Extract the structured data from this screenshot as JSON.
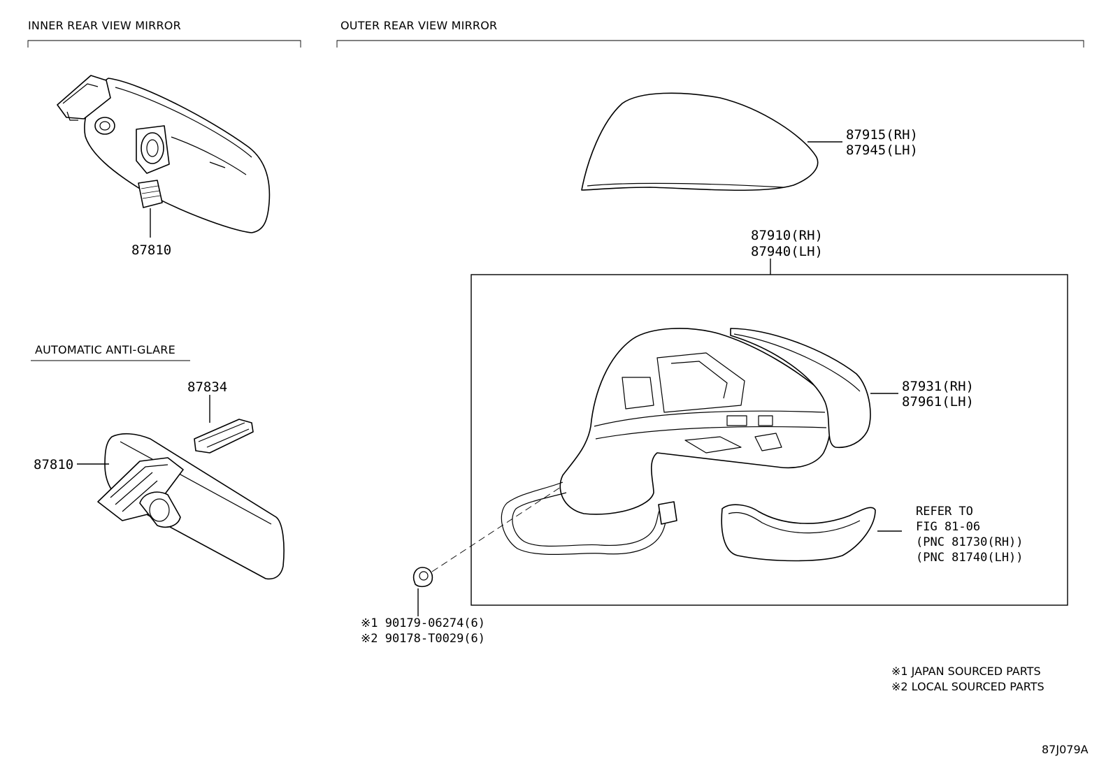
{
  "sections": {
    "inner": "INNER REAR VIEW MIRROR",
    "outer": "OUTER REAR VIEW MIRROR",
    "anti_glare": "AUTOMATIC ANTI-GLARE"
  },
  "parts": {
    "p87810_top": "87810",
    "p87810_left": "87810",
    "p87834": "87834",
    "cover_rh": "87915(RH)",
    "cover_lh": "87945(LH)",
    "assy_rh": "87910(RH)",
    "assy_lh": "87940(LH)",
    "glass_rh": "87931(RH)",
    "glass_lh": "87961(LH)",
    "clip_1": "※1 90179-06274(6)",
    "clip_2": "※2 90178-T0029(6)"
  },
  "refer": {
    "line1": "REFER TO",
    "line2": "FIG 81-06",
    "line3": "(PNC 81730(RH))",
    "line4": "(PNC 81740(LH))"
  },
  "notes": {
    "n1": "※1 JAPAN SOURCED PARTS",
    "n2": "※2 LOCAL SOURCED PARTS"
  },
  "figure_id": "87J079A"
}
